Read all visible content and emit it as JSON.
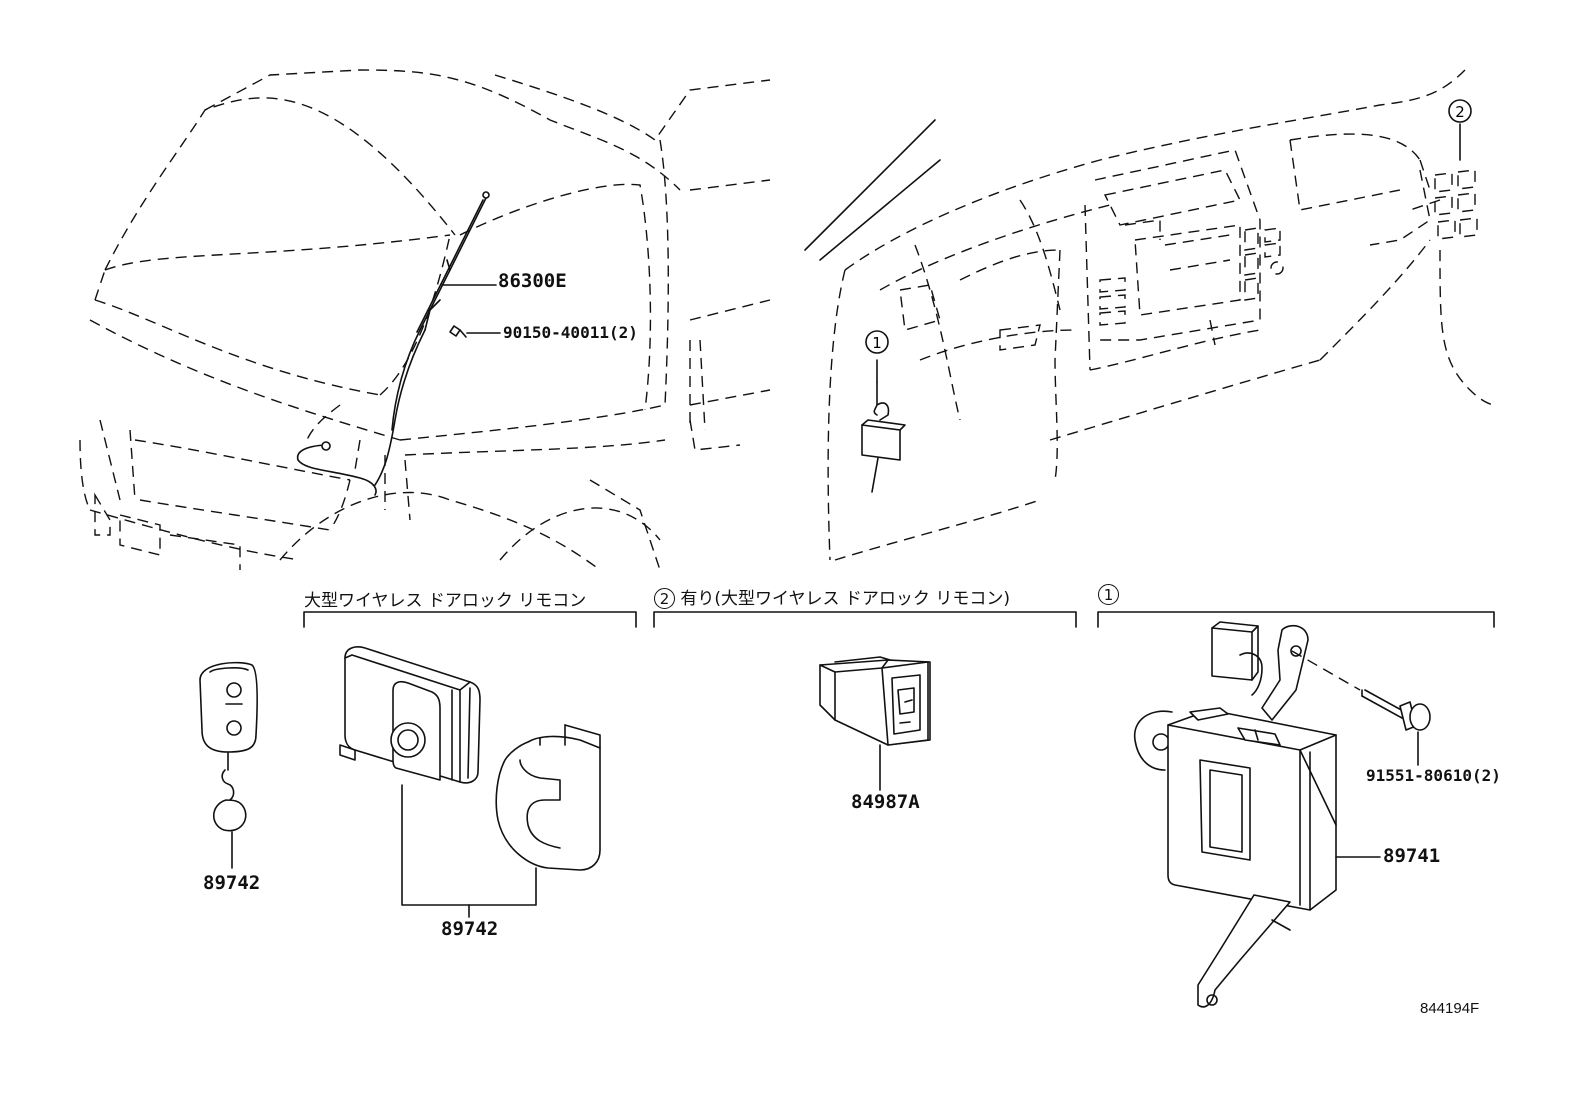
{
  "headers": {
    "group_a": "大型ワイヤレス ドアロック リモコン",
    "group_b_marker": "2",
    "group_b": "有り(大型ワイヤレス ドアロック リモコン)",
    "group_c_marker": "1"
  },
  "callouts": {
    "marker_1": "1",
    "marker_2": "2"
  },
  "parts": {
    "antenna": "86300E",
    "screw": "90150-40011(2)",
    "remote_fob": "89742",
    "receiver_set": "89742",
    "switch": "84987A",
    "bolt": "91551-80610(2)",
    "control_unit": "89741"
  },
  "reference_code": "844194F"
}
